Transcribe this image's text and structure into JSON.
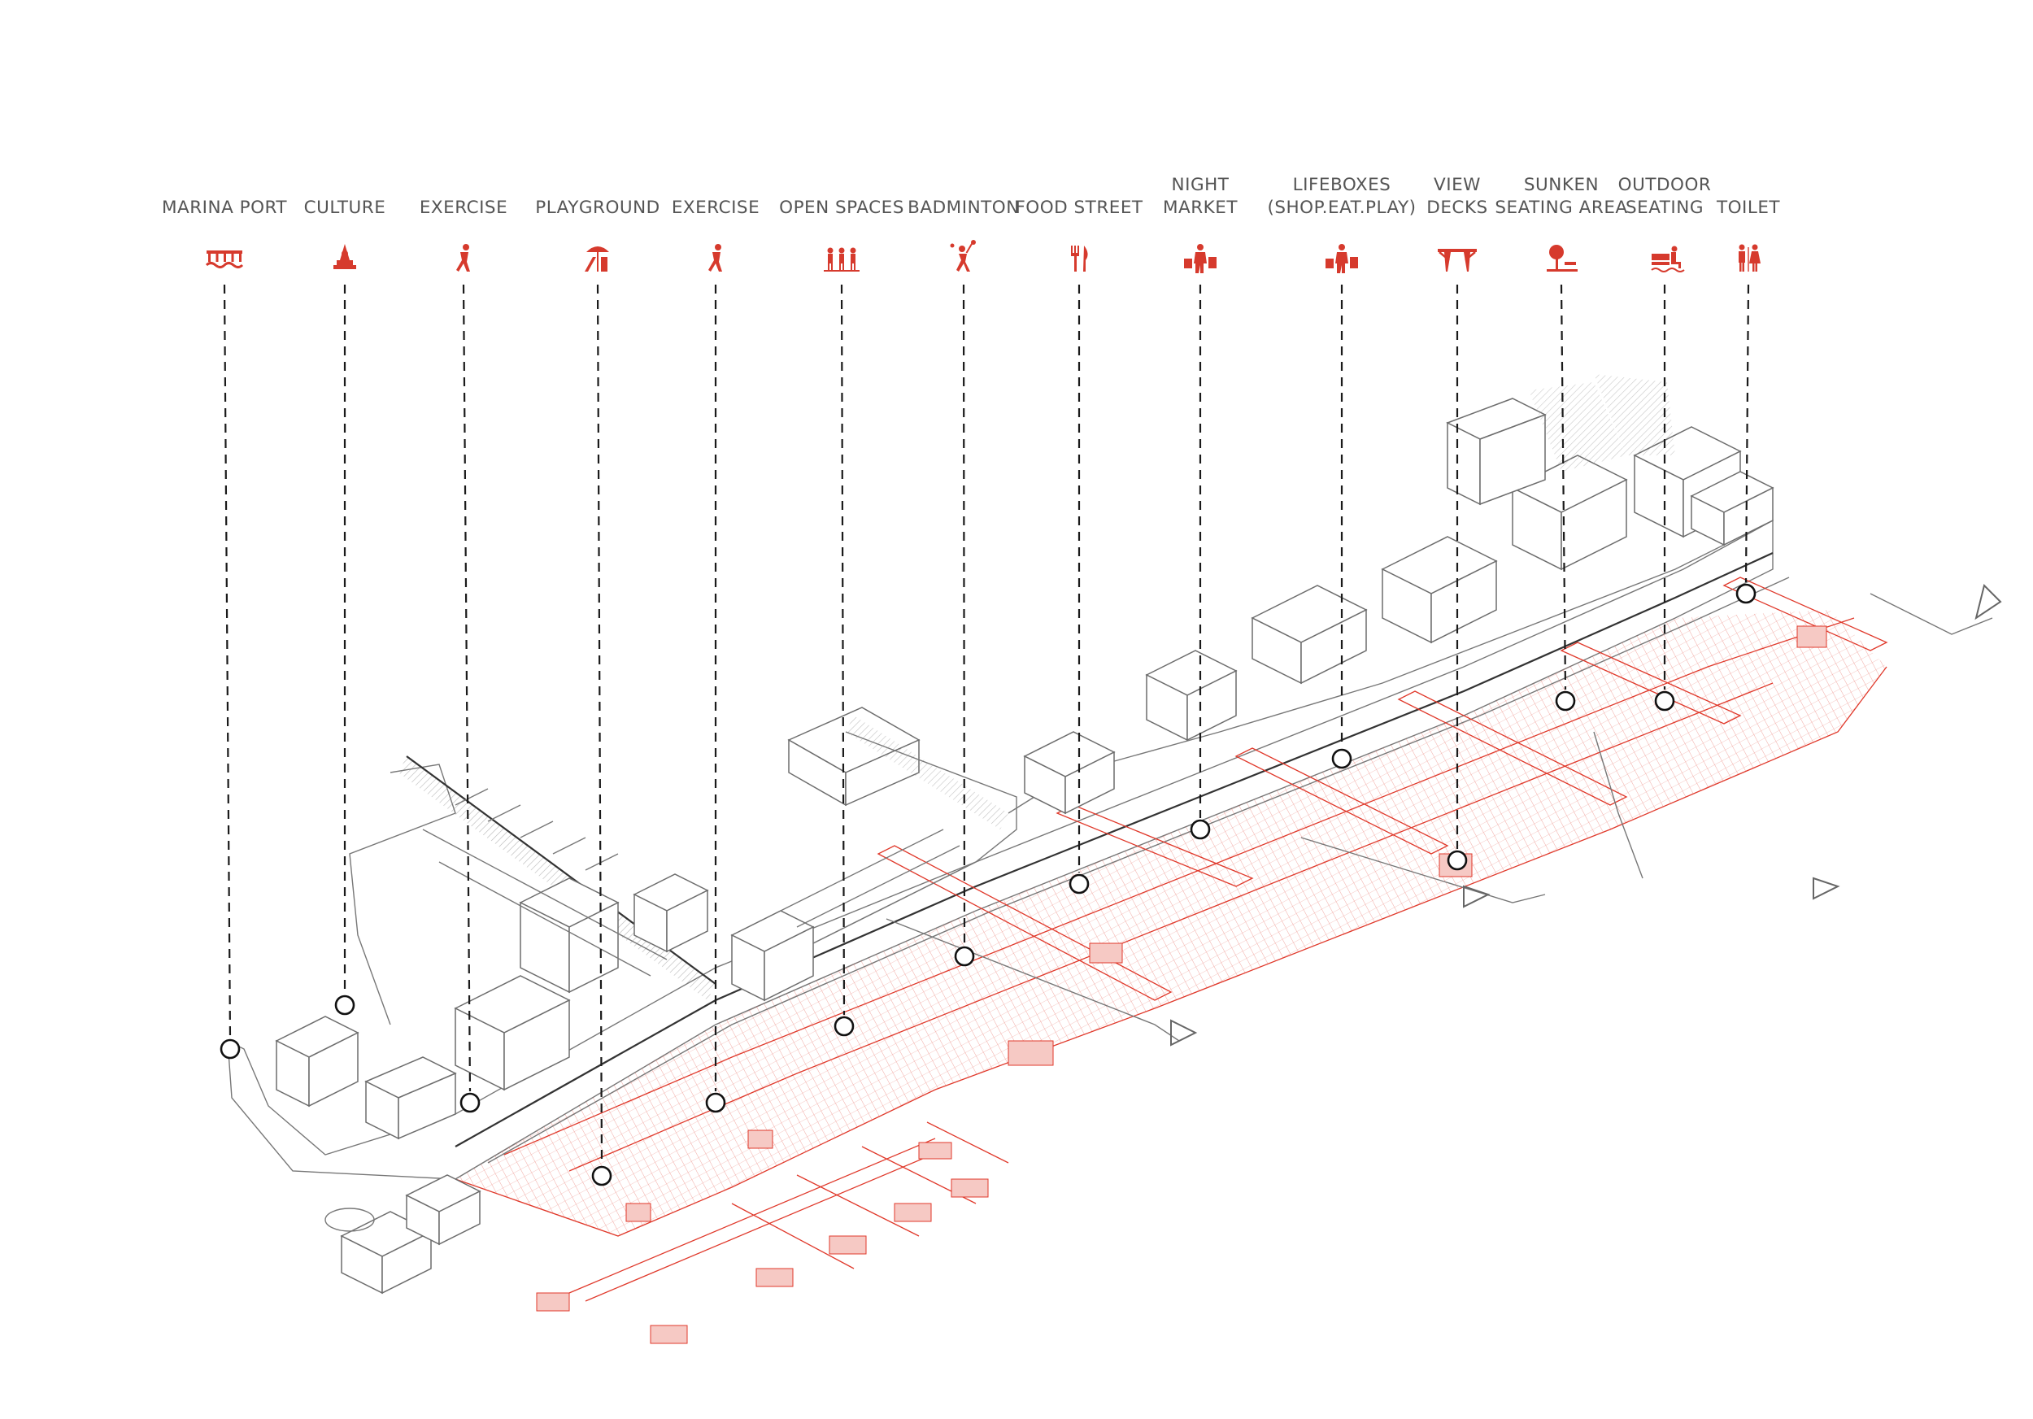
{
  "accent_color": "#d63a2d",
  "labels": [
    {
      "lines": [
        "MARINA PORT"
      ],
      "icon": "pier-railing-icon"
    },
    {
      "lines": [
        "CULTURE"
      ],
      "icon": "monument-icon"
    },
    {
      "lines": [
        "EXERCISE"
      ],
      "icon": "runner-icon"
    },
    {
      "lines": [
        "PLAYGROUND"
      ],
      "icon": "slide-umbrella-icon"
    },
    {
      "lines": [
        "EXERCISE"
      ],
      "icon": "runner-icon"
    },
    {
      "lines": [
        "OPEN SPACES"
      ],
      "icon": "people-group-icon"
    },
    {
      "lines": [
        "BADMINTON"
      ],
      "icon": "badminton-player-icon"
    },
    {
      "lines": [
        "FOOD STREET"
      ],
      "icon": "fork-knife-icon"
    },
    {
      "lines": [
        "NIGHT",
        "MARKET"
      ],
      "icon": "shopper-bags-icon"
    },
    {
      "lines": [
        "LIFEBOXES",
        "(SHOP.EAT.PLAY)"
      ],
      "icon": "shopper-bags-icon"
    },
    {
      "lines": [
        "VIEW",
        "DECKS"
      ],
      "icon": "view-deck-icon"
    },
    {
      "lines": [
        "SUNKEN",
        "SEATING AREA"
      ],
      "icon": "tree-bench-icon"
    },
    {
      "lines": [
        "OUTDOOR",
        "SEATING"
      ],
      "icon": "person-seated-icon"
    },
    {
      "lines": [
        "TOILET"
      ],
      "icon": "restroom-icon"
    }
  ]
}
